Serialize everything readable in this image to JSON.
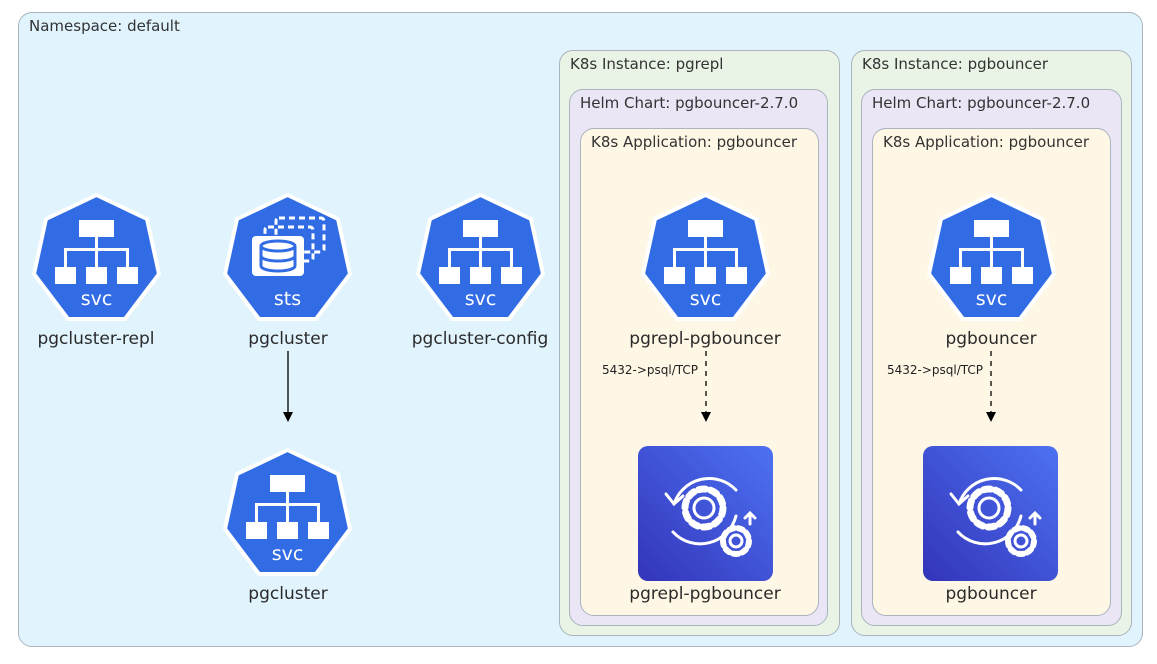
{
  "namespace": {
    "label": "Namespace: default"
  },
  "instances": [
    {
      "label": "K8s Instance: pgrepl",
      "helm": "Helm Chart: pgbouncer-2.7.0",
      "app": "K8s Application: pgbouncer",
      "svc": {
        "name": "pgrepl-pgbouncer",
        "type": "svc"
      },
      "edge_label": "5432->psql/TCP",
      "target": {
        "name": "pgrepl-pgbouncer"
      }
    },
    {
      "label": "K8s Instance: pgbouncer",
      "helm": "Helm Chart: pgbouncer-2.7.0",
      "app": "K8s Application: pgbouncer",
      "svc": {
        "name": "pgbouncer",
        "type": "svc"
      },
      "edge_label": "5432->psql/TCP",
      "target": {
        "name": "pgbouncer"
      }
    }
  ],
  "nodes": {
    "pgcluster_repl": {
      "name": "pgcluster-repl",
      "type": "svc"
    },
    "pgcluster_sts": {
      "name": "pgcluster",
      "type": "sts"
    },
    "pgcluster_config": {
      "name": "pgcluster-config",
      "type": "svc"
    },
    "pgcluster_svc": {
      "name": "pgcluster",
      "type": "svc"
    }
  },
  "colors": {
    "k8s_blue": "#326ce5",
    "app_gradient_top": "#4d72f3",
    "app_gradient_bottom": "#3334b9",
    "namespace_bg": "#e1f4fd",
    "instance_bg": "#e9f3e6",
    "helm_bg": "#ebe6f6",
    "app_bg": "#fef7e5"
  },
  "icons": {
    "svc": "kubernetes-service-icon",
    "sts": "kubernetes-statefulset-icon",
    "app": "application-gears-icon"
  }
}
